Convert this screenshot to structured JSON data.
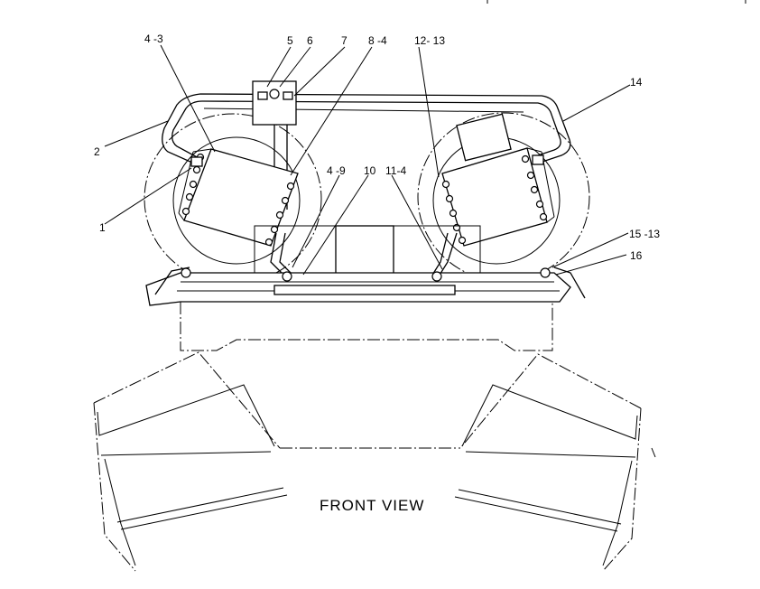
{
  "diagram": {
    "view_title": "FRONT VIEW",
    "callouts": {
      "c_4_3": "4 -3",
      "c_5": "5",
      "c_6": "6",
      "c_7": "7",
      "c_8_4": "8 -4",
      "c_12_13": "12- 13",
      "c_14": "14",
      "c_2": "2",
      "c_4_9": "4 -9",
      "c_10": "10",
      "c_11_4": "11-4",
      "c_1": "1",
      "c_15_13": "15 -13",
      "c_16": "16"
    }
  },
  "colors": {
    "line": "#000000",
    "background": "#ffffff"
  }
}
